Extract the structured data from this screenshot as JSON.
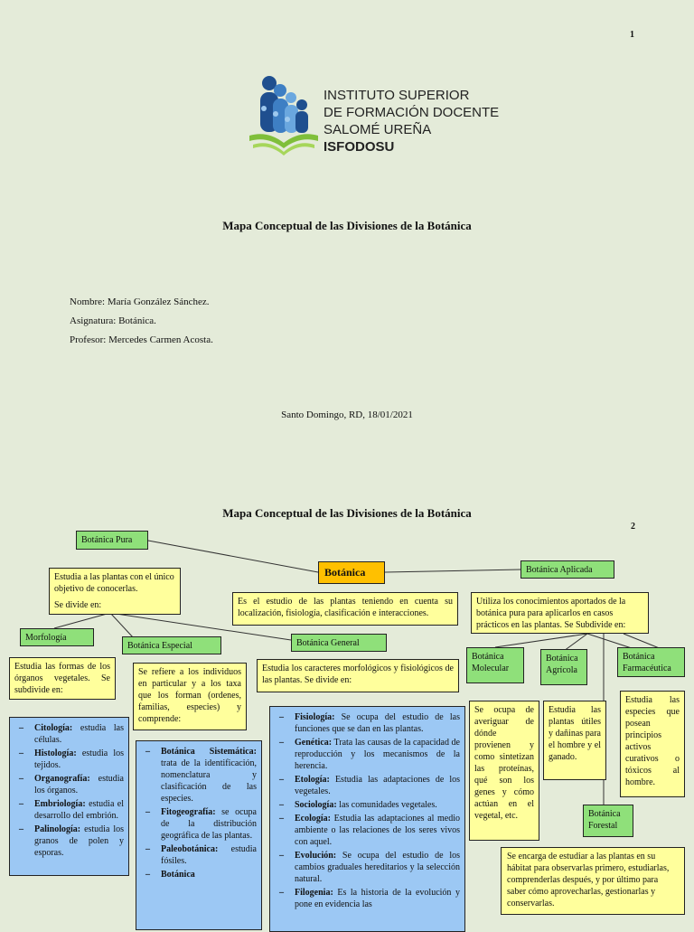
{
  "page1": {
    "page_number": "1",
    "logo_lines": [
      "INSTITUTO SUPERIOR",
      "DE FORMACIÓN DOCENTE",
      "SALOMÉ UREÑA",
      "ISFODOSU"
    ],
    "title": "Mapa Conceptual de las Divisiones de la Botánica",
    "nombre": "Nombre: María González Sánchez.",
    "asignatura": "Asignatura: Botánica.",
    "profesor": "Profesor: Mercedes Carmen Acosta.",
    "lugar_fecha": "Santo Domingo, RD, 18/01/2021"
  },
  "page2": {
    "page_number": "2",
    "title": "Mapa Conceptual de las Divisiones de la Botánica",
    "botanica": "Botánica",
    "botanica_desc": "Es el estudio de las plantas teniendo en cuenta su localización, fisiología, clasificación e interacciones.",
    "pura": {
      "label": "Botánica Pura",
      "desc1": "Estudia a las plantas con el único objetivo de conocerlas.",
      "desc2": "Se divide en:"
    },
    "aplicada": {
      "label": "Botánica Aplicada",
      "desc": "Utiliza los conocimientos aportados de la botánica pura para aplicarlos en casos prácticos en las plantas. Se Subdivide en:"
    },
    "morfologia": {
      "label": "Morfología",
      "desc": "Estudia las formas de los órganos vegetales. Se subdivide en:",
      "items": [
        {
          "term": "Citología:",
          "text": " estudia las células."
        },
        {
          "term": "Histología:",
          "text": " estudia los tejidos."
        },
        {
          "term": "Organografía:",
          "text": " estudia los órganos."
        },
        {
          "term": "Embriología:",
          "text": " estudia el desarrollo del embrión."
        },
        {
          "term": "Palinología:",
          "text": " estudia los granos de polen y esporas."
        }
      ]
    },
    "especial": {
      "label": "Botánica Especial",
      "desc": "Se refiere a los individuos en particular y a los taxa que los forman (ordenes, familias, especies) y comprende:",
      "items": [
        {
          "term": "Botánica Sistemática:",
          "text": " trata de la identificación, nomenclatura y clasificación de las especies."
        },
        {
          "term": "Fitogeografía:",
          "text": " se ocupa de la distribución geográfica de las plantas."
        },
        {
          "term": "Paleobotánica:",
          "text": " estudia fósiles."
        },
        {
          "term": "Botánica",
          "text": ""
        }
      ]
    },
    "general": {
      "label": "Botánica General",
      "desc": "Estudia los caracteres morfológicos y fisiológicos de las plantas. Se divide en:",
      "items": [
        {
          "term": "Fisiología:",
          "text": " Se ocupa del estudio de las funciones que se dan en las plantas."
        },
        {
          "term": "Genética:",
          "text": " Trata las causas de la capacidad de reproducción y los mecanismos de la herencia."
        },
        {
          "term": "Etología:",
          "text": " Estudia las adaptaciones de los vegetales."
        },
        {
          "term": "Sociología:",
          "text": " las comunidades vegetales."
        },
        {
          "term": "Ecología:",
          "text": " Estudia las adaptaciones al medio ambiente o las relaciones de los seres vivos con aquel."
        },
        {
          "term": "Evolución:",
          "text": " Se ocupa del estudio de los cambios graduales hereditarios y la selección natural."
        },
        {
          "term": "Filogenia:",
          "text": " Es la historia de la evolución y pone en evidencia las"
        }
      ]
    },
    "molecular": {
      "label": "Botánica Molecular",
      "desc": "Se ocupa de averiguar de dónde provienen y como sintetizan las proteínas, qué son los genes y cómo actúan en el vegetal, etc."
    },
    "agricola": {
      "label": "Botánica Agrícola",
      "desc": "Estudia las plantas útiles y dañinas para el hombre y el ganado."
    },
    "farmaceutica": {
      "label": "Botánica Farmacéutica",
      "desc": "Estudia las especies que posean principios activos curativos o tóxicos al hombre."
    },
    "forestal": {
      "label": "Botánica Forestal",
      "desc": "Se encarga de estudiar a las plantas en su hábitat para observarlas primero, estudiarlas, comprenderlas después, y por último para saber cómo aprovecharlas, gestionarlas y conservarlas."
    }
  }
}
